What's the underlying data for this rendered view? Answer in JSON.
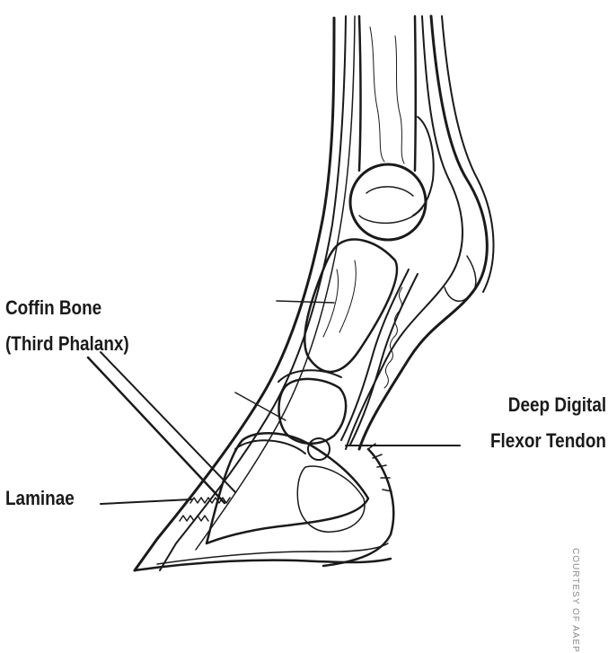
{
  "labels": {
    "coffin_bone_line1": "Coffin Bone",
    "coffin_bone_line2": "(Third Phalanx)",
    "deep_digital_line1": "Deep Digital",
    "deep_digital_line2": "Flexor Tendon",
    "laminae": "Laminae"
  },
  "credit": "COURTESY OF AAEP",
  "colors": {
    "ink": "#1a1a1a",
    "background": "#ffffff",
    "credit": "#8a8a8a"
  }
}
